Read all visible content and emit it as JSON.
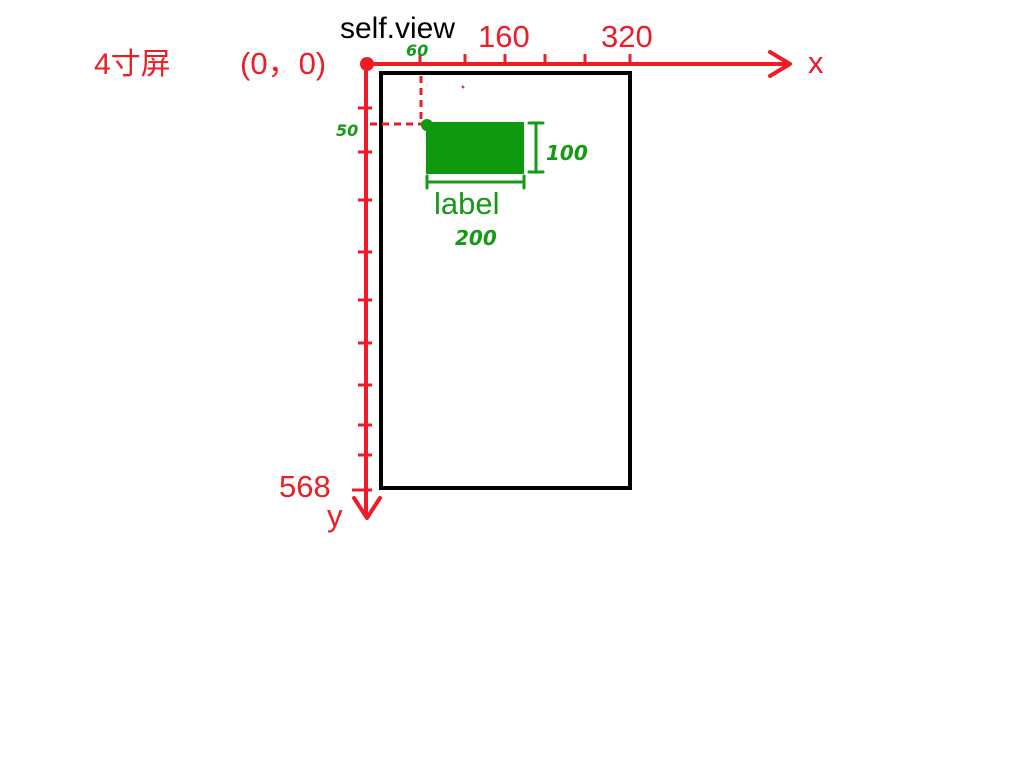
{
  "labels": {
    "screen_size": "4寸屏",
    "origin": "(0，0)",
    "view_name": "self.view",
    "x_axis": "x",
    "y_axis": "y",
    "x_tick_160": "160",
    "x_tick_320": "320",
    "y_tick_568": "568"
  },
  "annotations": {
    "label_name": "label",
    "label_x": "60",
    "label_y": "50",
    "label_width": "200",
    "label_height": "100"
  },
  "colors": {
    "axis": "#ee1c25",
    "frame": "#000000",
    "label_fill": "#0f990f",
    "annotation": "#149a14"
  }
}
